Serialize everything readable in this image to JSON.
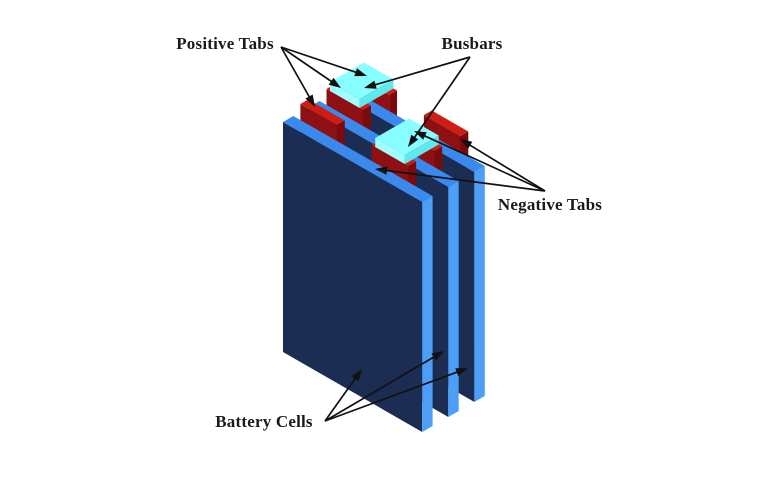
{
  "components": {
    "positive_tabs": {
      "label": "Positive Tabs",
      "count": 3
    },
    "busbars": {
      "label": "Busbars",
      "count": 2
    },
    "negative_tabs": {
      "label": "Negative Tabs",
      "count": 3
    },
    "battery_cells": {
      "label": "Battery Cells",
      "count": 3
    }
  },
  "colors": {
    "background": "#ffffff",
    "cell_front": "#1b2d52",
    "cell_top": "#3a89ec",
    "cell_side": "#4d9ef7",
    "tab_front": "#8f1012",
    "tab_top": "#cd1d15",
    "tab_side": "#7a0a0c",
    "busbar_top": "#87feff",
    "busbar_front": "#9ffeff",
    "busbar_side": "#5fe9ec",
    "arrow": "#111111",
    "label_text": "#1a1a1a"
  }
}
